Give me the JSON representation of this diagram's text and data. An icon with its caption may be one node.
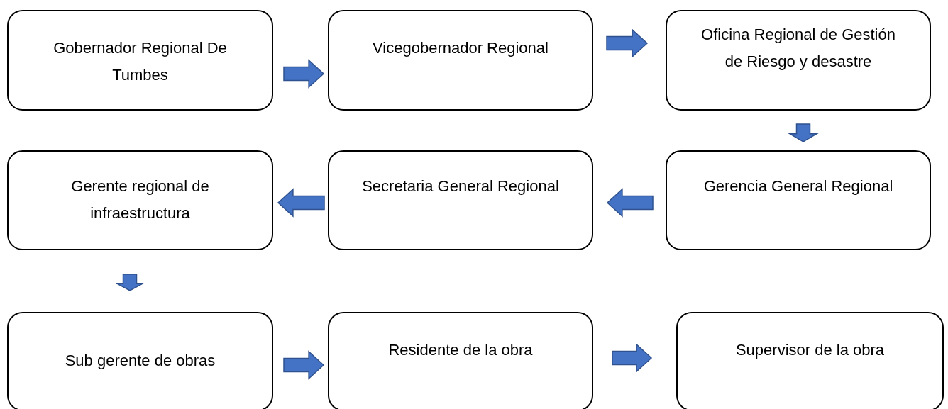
{
  "diagram": {
    "nodes": [
      {
        "text": [
          "Gobernador Regional De Tumbes"
        ]
      },
      {
        "text": [
          "Vicegobernador Regional"
        ]
      },
      {
        "text": [
          "Oficina Regional de Gestión de Riesgo y desastre"
        ]
      },
      {
        "text": [
          "Gerencia General Regional"
        ]
      },
      {
        "text": [
          "Secretaria General Regional"
        ]
      },
      {
        "text": [
          "Gerente regional de infraestructura"
        ]
      },
      {
        "text": [
          "Sub gerente de obras"
        ]
      },
      {
        "text": [
          "Residente de la obra"
        ]
      },
      {
        "text": [
          "Supervisor de la obra"
        ]
      }
    ],
    "edges": [
      {
        "from": 0,
        "to": 1,
        "arrow": "to"
      },
      {
        "from": 1,
        "to": 2,
        "arrow": "to"
      },
      {
        "from": 2,
        "to": 3,
        "arrow": "to"
      },
      {
        "from": 3,
        "to": 4,
        "arrow": "to"
      },
      {
        "from": 4,
        "to": 5,
        "arrow": "to"
      },
      {
        "from": 5,
        "to": 6,
        "arrow": "to"
      },
      {
        "from": 6,
        "to": 7,
        "arrow": "to"
      },
      {
        "from": 7,
        "to": 8,
        "arrow": "to"
      }
    ]
  }
}
